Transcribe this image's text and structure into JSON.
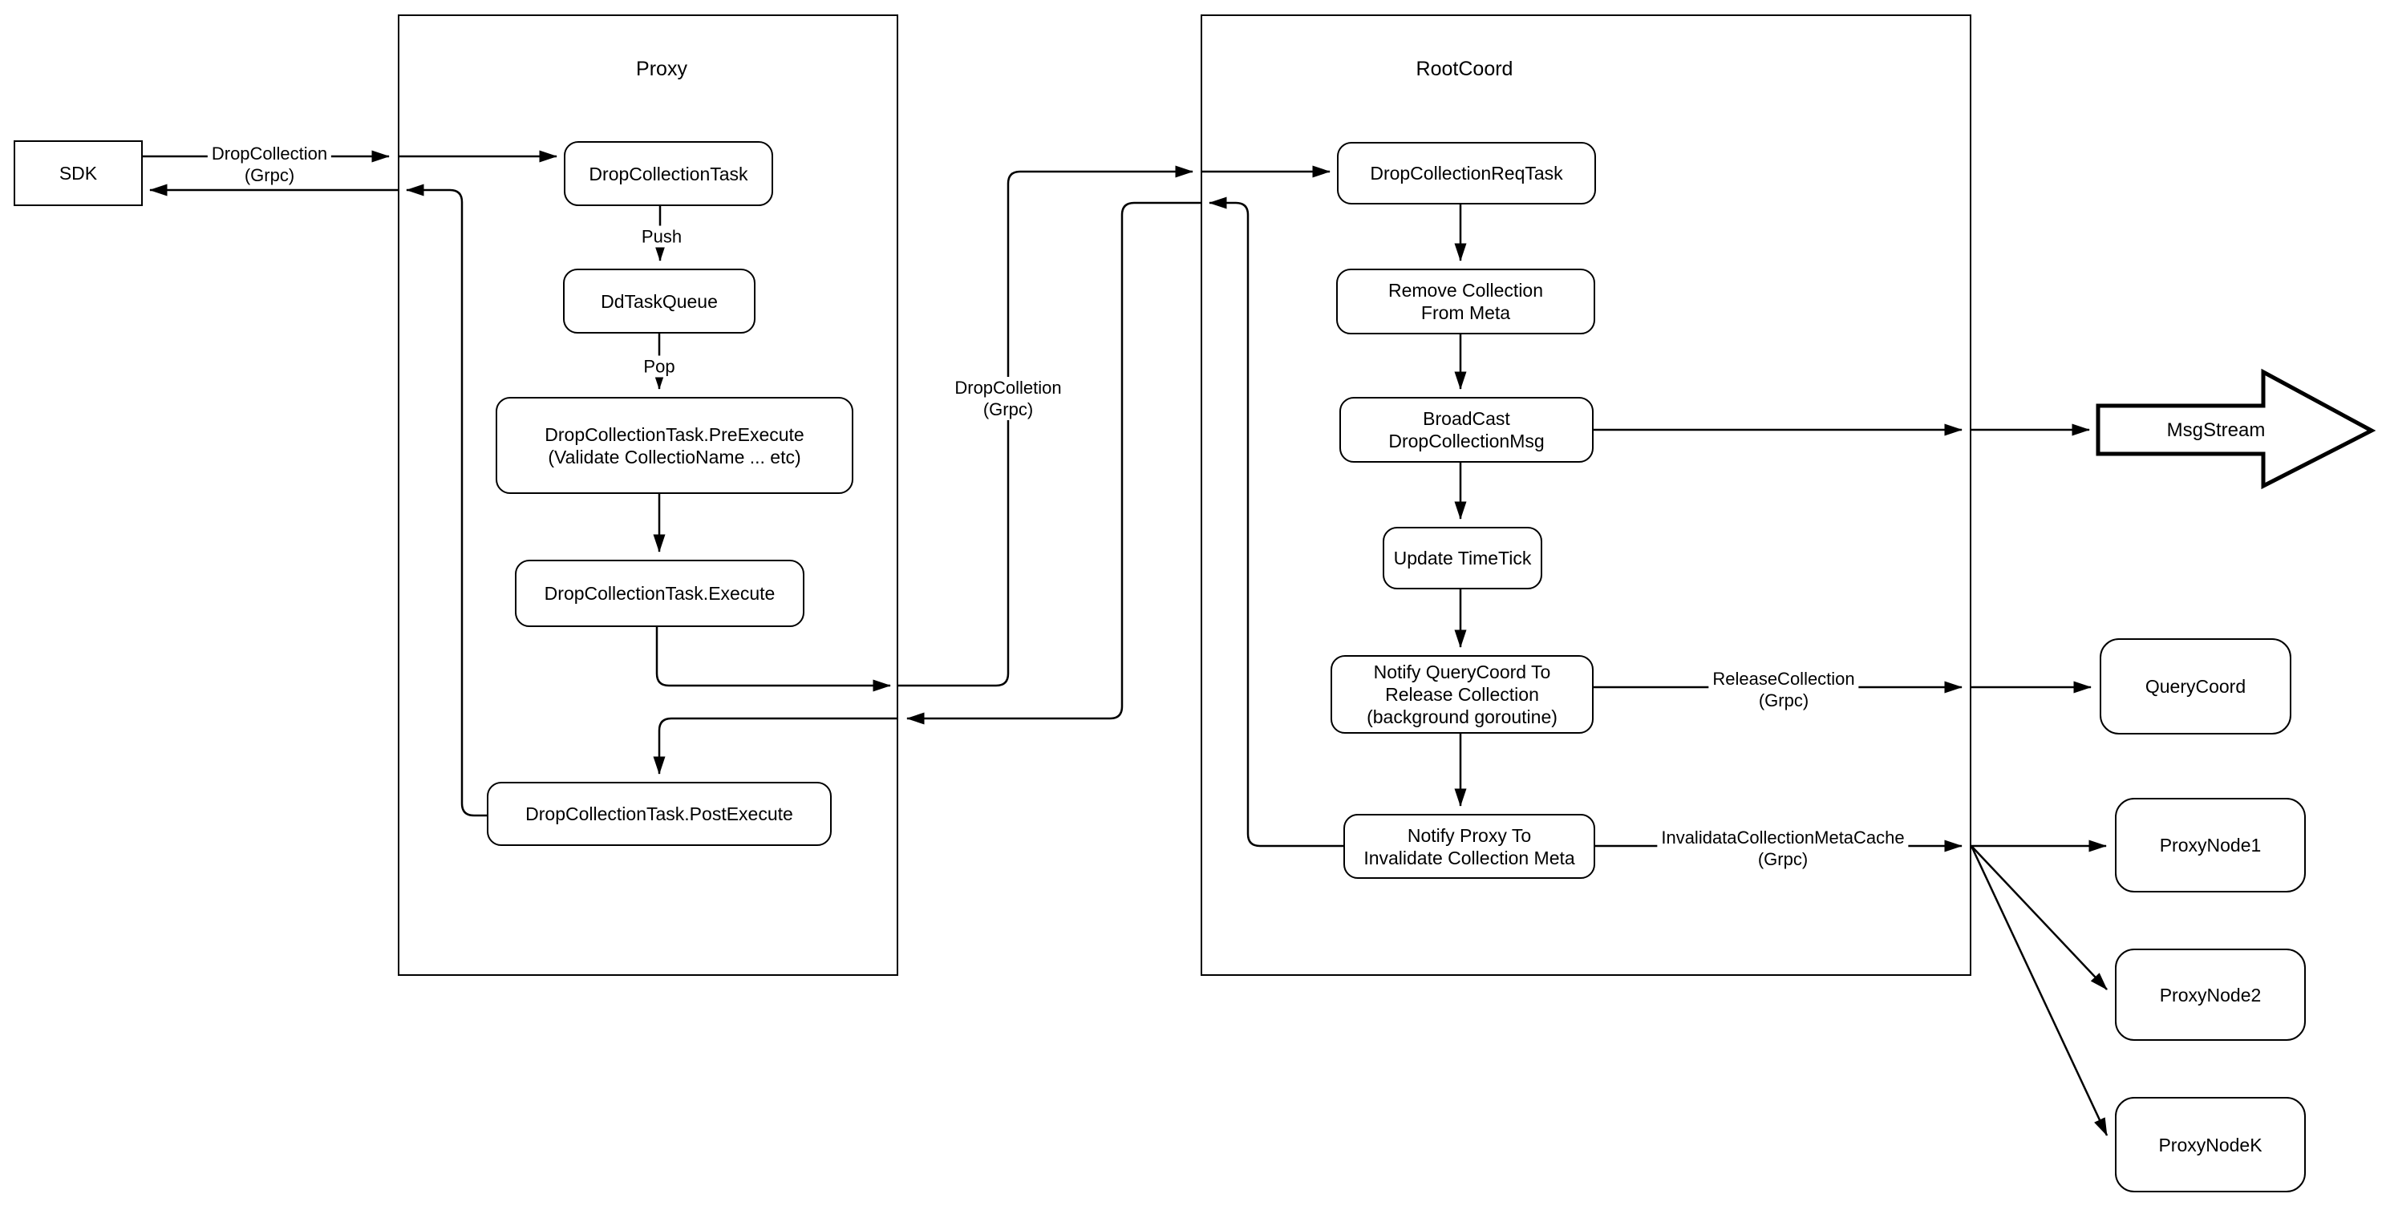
{
  "diagram": {
    "background_color": "#ffffff",
    "stroke_color": "#000000",
    "containers": {
      "proxy": {
        "title": "Proxy"
      },
      "rootcoord": {
        "title": "RootCoord"
      }
    },
    "nodes": {
      "sdk": "SDK",
      "drop_collection_task": "DropCollectionTask",
      "dd_task_queue": "DdTaskQueue",
      "pre_execute": "DropCollectionTask.PreExecute\n(Validate CollectioName ... etc)",
      "execute": "DropCollectionTask.Execute",
      "post_execute": "DropCollectionTask.PostExecute",
      "drop_collection_req_task": "DropCollectionReqTask",
      "remove_collection_from_meta": "Remove Collection\nFrom Meta",
      "broadcast_drop_collection_msg": "BroadCast\nDropCollectionMsg",
      "update_timetick": "Update TimeTick",
      "notify_querycoord": "Notify QueryCoord To\nRelease Collection\n(background goroutine)",
      "notify_proxy": "Notify Proxy To\nInvalidate Collection Meta",
      "msgstream": "MsgStream",
      "querycoord": "QueryCoord",
      "proxynode1": "ProxyNode1",
      "proxynode2": "ProxyNode2",
      "proxynodek": "ProxyNodeK"
    },
    "edge_labels": {
      "sdk_to_proxy": "DropCollection\n(Grpc)",
      "push": "Push",
      "pop": "Pop",
      "proxy_to_rootcoord": "DropColletion\n(Grpc)",
      "release_collection": "ReleaseCollection\n(Grpc)",
      "invalidate_meta_cache": "InvalidataCollectionMetaCache\n(Grpc)"
    }
  }
}
